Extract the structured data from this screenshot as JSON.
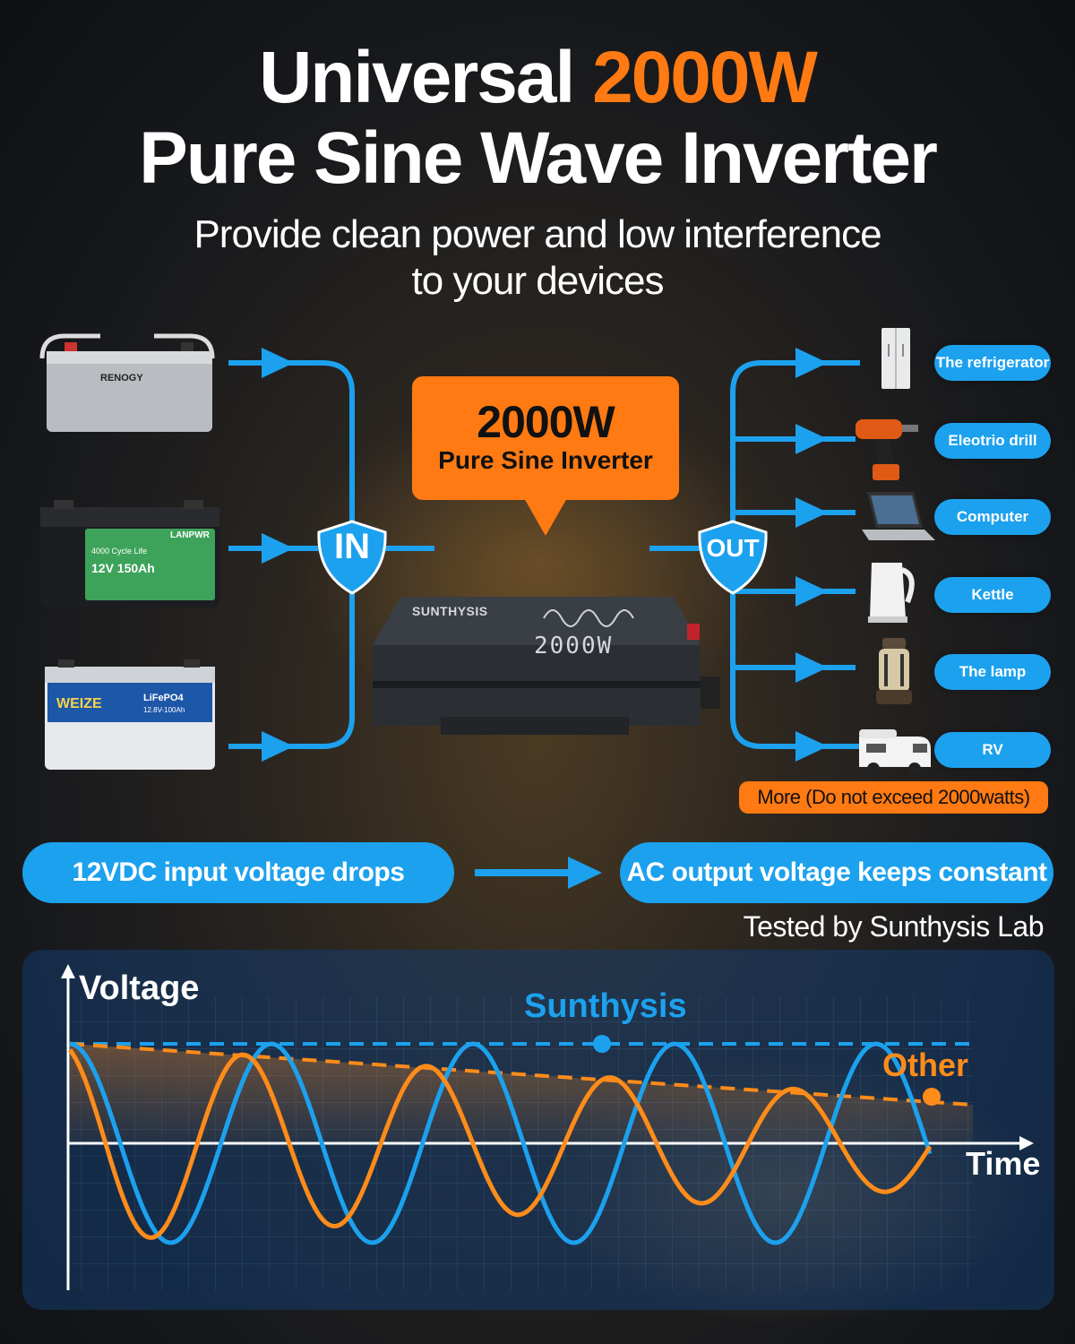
{
  "header": {
    "title_line1_prefix": "Universal ",
    "title_line1_highlight": "2000W",
    "title_line2": "Pure Sine Wave Inverter",
    "subtitle_line1": "Provide clean power and low interference",
    "subtitle_line2": "to your devices"
  },
  "callout": {
    "wattage": "2000W",
    "label": "Pure Sine Inverter"
  },
  "shields": {
    "in": "IN",
    "out": "OUT"
  },
  "batteries": [
    {
      "icon": "lead-acid-battery-icon",
      "brand": "RENOGY"
    },
    {
      "icon": "lithium-battery-icon",
      "brand": "LANPWR",
      "spec": "12V 150Ah",
      "note": "4000 Cycle Life"
    },
    {
      "icon": "lifepo4-battery-icon",
      "brand": "WEIZE",
      "spec": "LiFePO4",
      "note": "12.8V-100Ah"
    }
  ],
  "inverter": {
    "brand": "SUNTHYSIS",
    "rating": "2000W"
  },
  "devices": [
    {
      "icon": "refrigerator-icon",
      "label": "The refrigerator"
    },
    {
      "icon": "drill-icon",
      "label": "Eleotrio drill"
    },
    {
      "icon": "laptop-icon",
      "label": "Computer"
    },
    {
      "icon": "kettle-icon",
      "label": "Kettle"
    },
    {
      "icon": "lamp-icon",
      "label": "The lamp"
    },
    {
      "icon": "rv-icon",
      "label": "RV"
    }
  ],
  "more_note": "More (Do not exceed 2000watts)",
  "comparison": {
    "input_label": "12VDC input voltage drops",
    "output_label": "AC output voltage keeps constant",
    "tested_by": "Tested by Sunthysis Lab"
  },
  "chart": {
    "ylabel": "Voltage",
    "xlabel": "Time",
    "series_a": "Sunthysis",
    "series_b": "Other"
  },
  "colors": {
    "accent_orange": "#ff7a12",
    "accent_blue": "#1ca1ee"
  }
}
